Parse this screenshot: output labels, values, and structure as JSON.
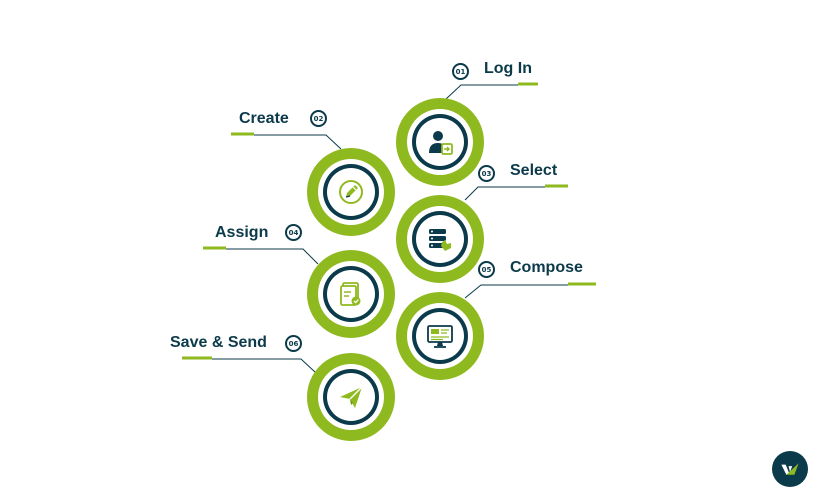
{
  "steps": [
    {
      "number": "01",
      "label": "Log In",
      "icon": "user-login-icon"
    },
    {
      "number": "02",
      "label": "Create",
      "icon": "pencil-icon"
    },
    {
      "number": "03",
      "label": "Select",
      "icon": "list-select-icon"
    },
    {
      "number": "04",
      "label": "Assign",
      "icon": "document-check-icon"
    },
    {
      "number": "05",
      "label": "Compose",
      "icon": "monitor-compose-icon"
    },
    {
      "number": "06",
      "label": "Save & Send",
      "icon": "paper-plane-icon"
    }
  ],
  "colors": {
    "accent_green": "#8fba1f",
    "dark_teal": "#0b3a4a"
  },
  "logo": {
    "icon": "brand-logo-icon"
  }
}
